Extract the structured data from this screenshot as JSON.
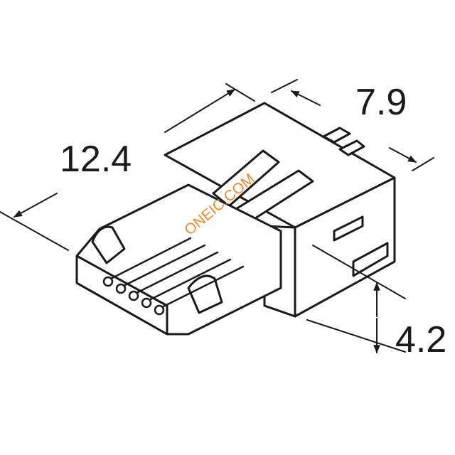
{
  "dimensions": {
    "length": "12.4",
    "width": "7.9",
    "height": "4.2"
  },
  "watermark": "ONEIC.COM",
  "colors": {
    "line": "#1a1a1a",
    "fill": "#ffffff",
    "watermark": "#f08a2a"
  }
}
